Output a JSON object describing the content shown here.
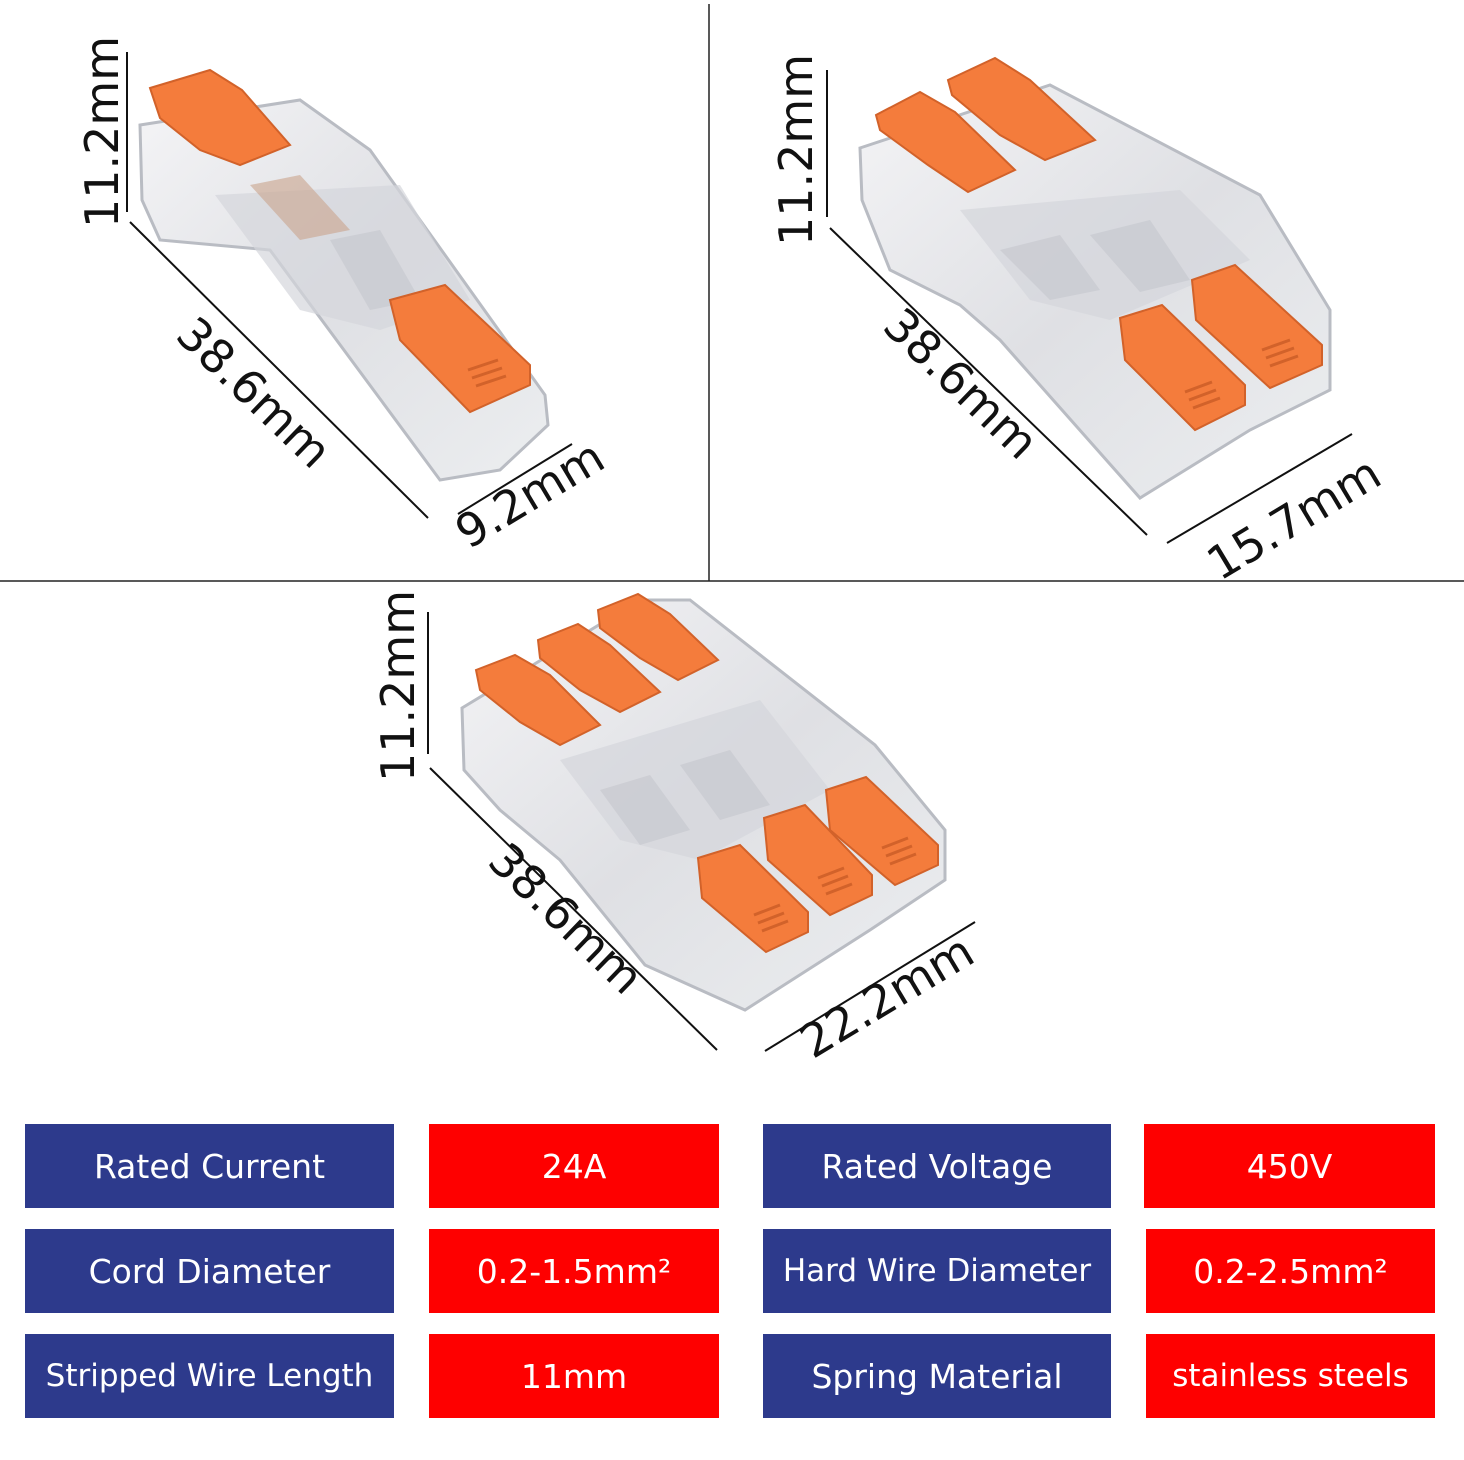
{
  "colors": {
    "label_bg": "#2d3a8c",
    "value_bg": "#fe0000",
    "lever": "#f47c3c",
    "housing": "#e7e8ec"
  },
  "connectors": [
    {
      "height": "11.2mm",
      "length": "38.6mm",
      "width": "9.2mm"
    },
    {
      "height": "11.2mm",
      "length": "38.6mm",
      "width": "15.7mm"
    },
    {
      "height": "11.2mm",
      "length": "38.6mm",
      "width": "22.2mm"
    }
  ],
  "specs": [
    {
      "label": "Rated Current",
      "value": "24A"
    },
    {
      "label": "Rated Voltage",
      "value": "450V"
    },
    {
      "label": "Cord Diameter",
      "value": "0.2-1.5mm²"
    },
    {
      "label": "Hard Wire Diameter",
      "value": "0.2-2.5mm²"
    },
    {
      "label": "Stripped Wire Length",
      "value": "11mm"
    },
    {
      "label": "Spring Material",
      "value": "stainless steels"
    }
  ]
}
